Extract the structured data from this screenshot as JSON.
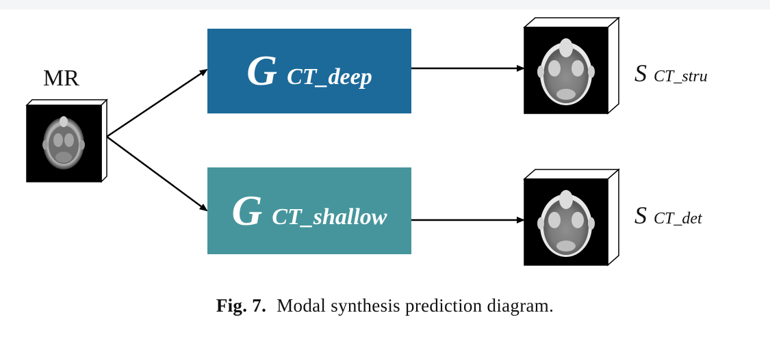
{
  "nodes": {
    "mr": {
      "label": "MR"
    },
    "g_deep": {
      "main": "G",
      "sub": "CT_deep",
      "color": "#1c6a99"
    },
    "g_shallow": {
      "main": "G",
      "sub": "CT_shallow",
      "color": "#46959c"
    },
    "s_stru": {
      "main": "S",
      "sub": "CT_stru"
    },
    "s_det": {
      "main": "S",
      "sub": "CT_det"
    }
  },
  "caption": {
    "fig": "Fig. 7.",
    "text": "Modal synthesis prediction diagram."
  }
}
